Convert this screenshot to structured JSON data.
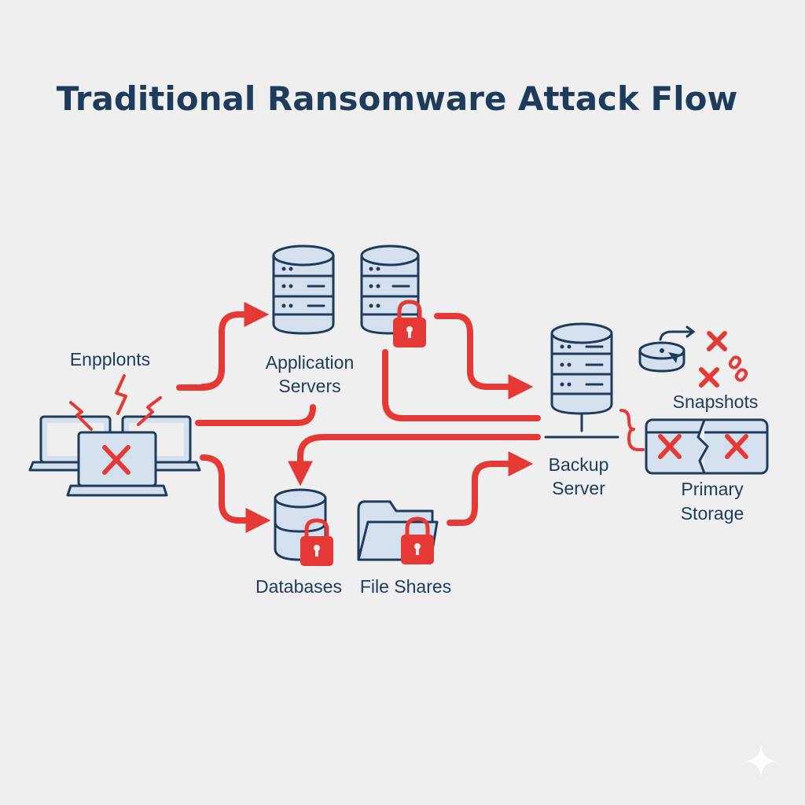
{
  "title": "Traditional Ransomware Attack Flow",
  "nodes": {
    "endpoints": {
      "label": "Enpplonts"
    },
    "app_servers": {
      "label_line1": "Application",
      "label_line2": "Servers"
    },
    "databases": {
      "label": "Databases"
    },
    "file_shares": {
      "label": "File Shares"
    },
    "backup_server": {
      "label_line1": "Backup",
      "label_line2": "Server"
    },
    "snapshots": {
      "label": "Snapshots"
    },
    "primary_storage": {
      "label_line1": "Primary",
      "label_line2": "Storage"
    }
  },
  "colors": {
    "attack": "#e53935",
    "ink": "#1f3b5c",
    "fill": "#d4e0ee",
    "background": "#efeff0"
  },
  "icons": [
    "laptop-icon",
    "database-server-icon",
    "padlock-icon",
    "folder-icon",
    "disk-icon",
    "broken-chain-icon",
    "lightning-icon",
    "x-mark-icon"
  ]
}
